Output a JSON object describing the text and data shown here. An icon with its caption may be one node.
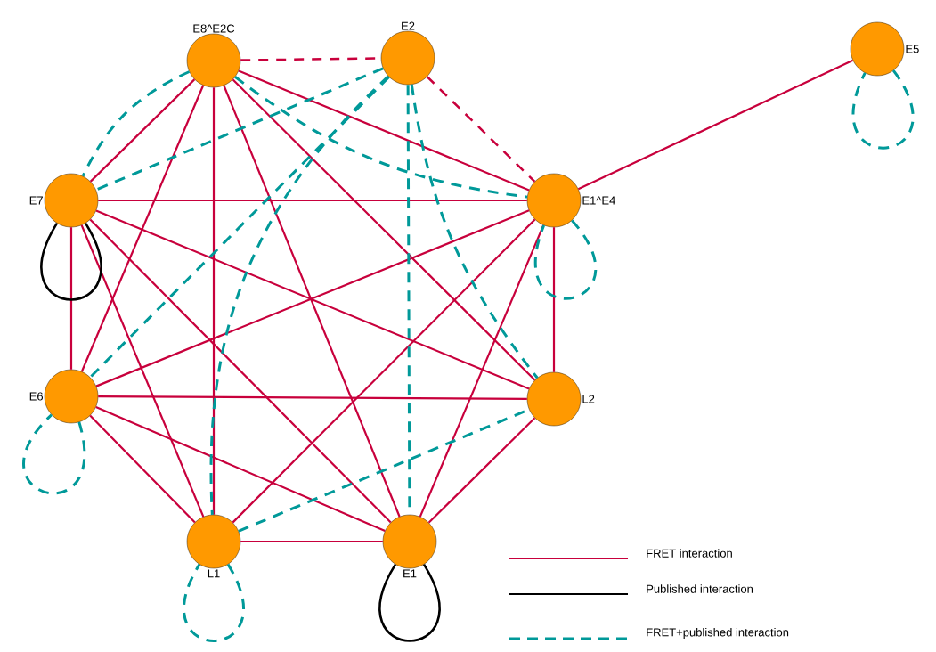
{
  "diagram": {
    "nodes": [
      {
        "text": [
          "E8^E2C"
        ]
      },
      {
        "text": [
          "E2"
        ]
      },
      {
        "text": [
          "E5"
        ]
      },
      {
        "text": [
          "E7"
        ]
      },
      {
        "text": [
          "E1^E4"
        ]
      },
      {
        "text": [
          "E6"
        ]
      },
      {
        "text": [
          "L2"
        ]
      },
      {
        "text": [
          "L1"
        ]
      },
      {
        "text": [
          "E1"
        ]
      }
    ],
    "edges": [
      {
        "from": 0,
        "to": 3,
        "arrow": "none"
      },
      {
        "from": 0,
        "to": 4,
        "arrow": "none"
      },
      {
        "from": 0,
        "to": 5,
        "arrow": "none"
      },
      {
        "from": 0,
        "to": 6,
        "arrow": "none"
      },
      {
        "from": 0,
        "to": 7,
        "arrow": "none"
      },
      {
        "from": 0,
        "to": 8,
        "arrow": "none"
      },
      {
        "from": 3,
        "to": 4,
        "arrow": "none"
      },
      {
        "from": 3,
        "to": 5,
        "arrow": "none"
      },
      {
        "from": 3,
        "to": 6,
        "arrow": "none"
      },
      {
        "from": 3,
        "to": 7,
        "arrow": "none"
      },
      {
        "from": 3,
        "to": 8,
        "arrow": "none"
      },
      {
        "from": 4,
        "to": 5,
        "arrow": "none"
      },
      {
        "from": 4,
        "to": 6,
        "arrow": "none"
      },
      {
        "from": 4,
        "to": 7,
        "arrow": "none"
      },
      {
        "from": 4,
        "to": 8,
        "arrow": "none"
      },
      {
        "from": 5,
        "to": 6,
        "arrow": "none"
      },
      {
        "from": 5,
        "to": 7,
        "arrow": "none"
      },
      {
        "from": 5,
        "to": 8,
        "arrow": "none"
      },
      {
        "from": 6,
        "to": 8,
        "arrow": "none"
      },
      {
        "from": 7,
        "to": 8,
        "arrow": "none"
      },
      {
        "from": 4,
        "to": 2,
        "arrow": "none"
      },
      {
        "from": 0,
        "to": 1,
        "arrow": "none",
        "style": "dashed"
      },
      {
        "from": 1,
        "to": 4,
        "arrow": "none",
        "style": "dashed"
      },
      {
        "from": 0,
        "to": 3,
        "arrow": "none",
        "style": "dashed",
        "color": "#009999"
      },
      {
        "from": 1,
        "to": 3,
        "arrow": "none",
        "style": "dashed",
        "color": "#009999"
      },
      {
        "from": 1,
        "to": 5,
        "arrow": "none",
        "style": "dashed",
        "color": "#009999"
      },
      {
        "from": 1,
        "to": 8,
        "arrow": "none",
        "style": "dashed",
        "color": "#009999"
      },
      {
        "from": 1,
        "to": 7,
        "arrow": "none",
        "style": "dashed",
        "color": "#009999"
      },
      {
        "from": 1,
        "to": 6,
        "arrow": "none",
        "style": "dashed",
        "color": "#009999"
      },
      {
        "from": 0,
        "to": 4,
        "arrow": "none",
        "style": "dashed",
        "color": "#009999"
      },
      {
        "from": 7,
        "to": 6,
        "arrow": "none",
        "style": "dashed",
        "color": "#009999"
      },
      {
        "from": 2,
        "to": 2,
        "arrow": "none",
        "style": "dashed",
        "color": "#009999"
      },
      {
        "from": 4,
        "to": 4,
        "arrow": "none",
        "style": "dashed",
        "color": "#009999"
      },
      {
        "from": 5,
        "to": 5,
        "arrow": "none",
        "style": "dashed",
        "color": "#009999"
      },
      {
        "from": 7,
        "to": 7,
        "arrow": "none",
        "style": "dashed",
        "color": "#009999"
      },
      {
        "from": 3,
        "to": 3,
        "arrow": "none",
        "color": "#000000"
      },
      {
        "from": 8,
        "to": 8,
        "arrow": "none",
        "color": "#000000"
      }
    ],
    "legend": [
      {
        "text": "FRET interaction"
      },
      {
        "text": "Published interaction"
      },
      {
        "text": "FRET+published interaction"
      }
    ]
  }
}
